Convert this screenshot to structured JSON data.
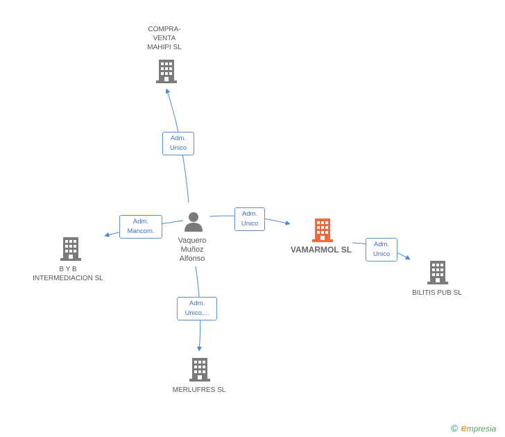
{
  "colors": {
    "edge": "#4a86d8",
    "building_default": "#7a7a7a",
    "building_focus": "#f26a3c",
    "person": "#7a7a7a"
  },
  "nodes": {
    "compraventa": {
      "label": "COMPRA-\nVENTA\nMAHIPI SL",
      "icon": "building-icon"
    },
    "byb": {
      "label": "B Y B\nINTERMEDIACION SL",
      "icon": "building-icon"
    },
    "person": {
      "label": "Vaquero\nMuñoz\nAlfonso",
      "icon": "person-icon"
    },
    "vamarmol": {
      "label": "VAMARMOL SL",
      "icon": "building-icon"
    },
    "bilitis": {
      "label": "BILITIS PUB SL",
      "icon": "building-icon"
    },
    "merlufres": {
      "label": "MERLUFRES SL",
      "icon": "building-icon"
    }
  },
  "edges": {
    "to_compraventa": "Adm.\nUnico",
    "to_byb": "Adm.\nMancom.",
    "to_vamarmol": "Adm.\nUnico",
    "to_bilitis": "Adm.\nUnico",
    "to_merlufres": "Adm.\nUnico,..."
  },
  "brand": {
    "copyright": "©",
    "e": "e",
    "rest": "mpresia"
  }
}
